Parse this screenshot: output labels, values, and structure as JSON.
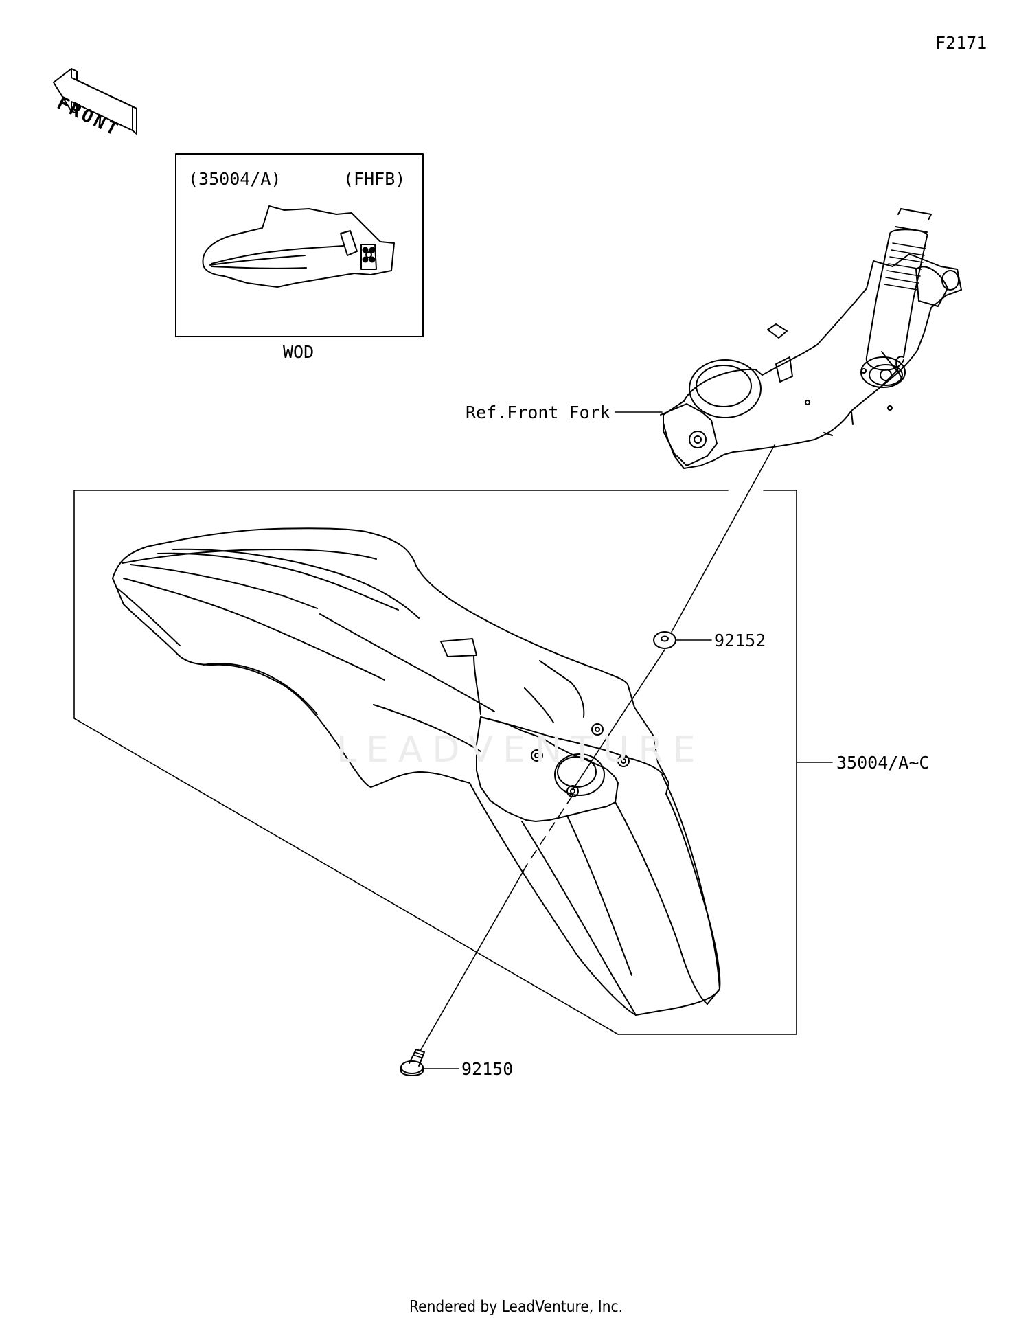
{
  "diagram_code": "F2171",
  "front_arrow": {
    "text": "FRONT",
    "icon": "front-arrow-icon"
  },
  "inset": {
    "part_ref": "(35004/A)",
    "color_code": "(FHFB)",
    "caption": "WOD"
  },
  "callouts": {
    "front_fork": "Ref.Front Fork",
    "washer": "92152",
    "fender_set": "35004/A~C",
    "bolt": "92150"
  },
  "watermark": "LEADVENTURE",
  "footer": "Rendered by LeadVenture, Inc."
}
